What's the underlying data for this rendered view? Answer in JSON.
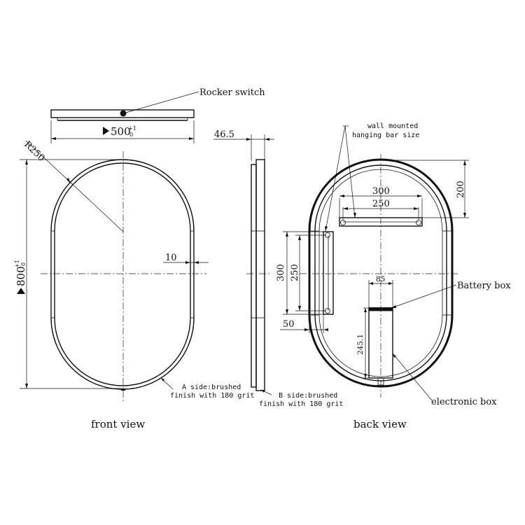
{
  "callouts": {
    "rocker_switch": "Rocker switch",
    "wall_mounted": "wall mounted",
    "hanging_bar_size": "hanging bar size",
    "battery_box": "Battery box",
    "electronic_box": "electronic box",
    "a_side_1": "A side:brushed",
    "a_side_2": "finish with 180 grit",
    "b_side_1": "B side:brushed",
    "b_side_2": "finish with 180 grit"
  },
  "dimensions": {
    "width": "500",
    "width_tol_upper": "+1",
    "width_tol_lower": "0",
    "height": "800",
    "height_tol_upper": "+1",
    "height_tol_lower": "0",
    "radius": "R250",
    "frame_gap": "10",
    "depth": "46.5",
    "bar_300_h": "300",
    "bar_250_h": "250",
    "bar_300_v": "300",
    "bar_250_v": "250",
    "top_offset": "200",
    "side_offset": "50",
    "box_width": "85",
    "box_height": "245.1"
  },
  "views": {
    "front": "front view",
    "back": "back view"
  }
}
